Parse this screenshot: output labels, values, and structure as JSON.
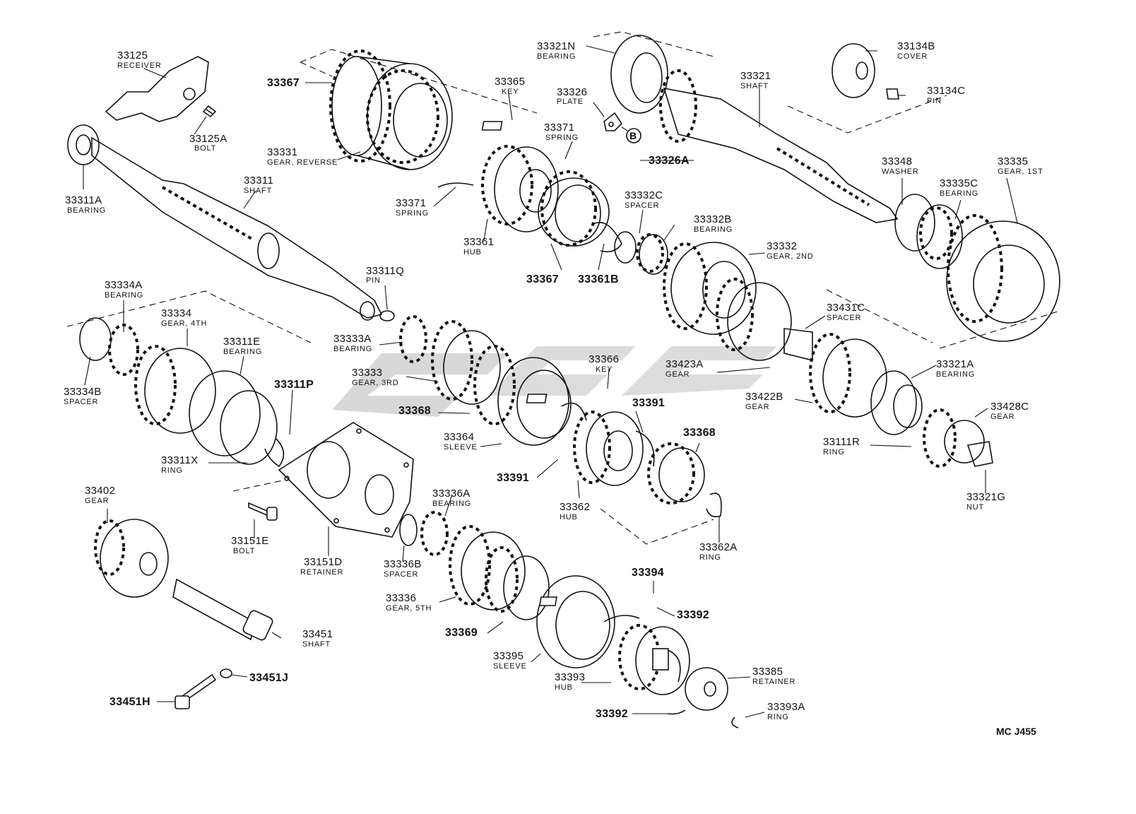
{
  "diagram_ref": "MC J455",
  "circled_letter": "B",
  "labels": [
    {
      "code": "33125",
      "desc": "RECEIVER"
    },
    {
      "code": "33125A",
      "desc": "BOLT"
    },
    {
      "code": "33311A",
      "desc": "BEARING"
    },
    {
      "code": "33311",
      "desc": "SHAFT"
    },
    {
      "code": "33367",
      "desc": ""
    },
    {
      "code": "33331",
      "desc": "GEAR, REVERSE"
    },
    {
      "code": "33365",
      "desc": "KEY"
    },
    {
      "code": "33326",
      "desc": "PLATE"
    },
    {
      "code": "33326A",
      "desc": ""
    },
    {
      "code": "33371",
      "desc": "SPRING"
    },
    {
      "code": "33371",
      "desc": "SPRING"
    },
    {
      "code": "33361",
      "desc": "HUB"
    },
    {
      "code": "33367",
      "desc": ""
    },
    {
      "code": "33361B",
      "desc": ""
    },
    {
      "code": "33321N",
      "desc": "BEARING"
    },
    {
      "code": "33321",
      "desc": "SHAFT"
    },
    {
      "code": "33134B",
      "desc": "COVER"
    },
    {
      "code": "33134C",
      "desc": "PIN"
    },
    {
      "code": "33348",
      "desc": "WASHER"
    },
    {
      "code": "33335",
      "desc": "GEAR, 1ST"
    },
    {
      "code": "33335C",
      "desc": "BEARING"
    },
    {
      "code": "33332C",
      "desc": "SPACER"
    },
    {
      "code": "33332B",
      "desc": "BEARING"
    },
    {
      "code": "33332",
      "desc": "GEAR, 2ND"
    },
    {
      "code": "33311Q",
      "desc": "PIN"
    },
    {
      "code": "33334A",
      "desc": "BEARING"
    },
    {
      "code": "33334",
      "desc": "GEAR, 4TH"
    },
    {
      "code": "33311E",
      "desc": "BEARING"
    },
    {
      "code": "33334B",
      "desc": "SPACER"
    },
    {
      "code": "33311P",
      "desc": ""
    },
    {
      "code": "33311X",
      "desc": "RING"
    },
    {
      "code": "33333A",
      "desc": "BEARING"
    },
    {
      "code": "33333",
      "desc": "GEAR, 3RD"
    },
    {
      "code": "33368",
      "desc": ""
    },
    {
      "code": "33364",
      "desc": "SLEEVE"
    },
    {
      "code": "33366",
      "desc": "KEY"
    },
    {
      "code": "33391",
      "desc": ""
    },
    {
      "code": "33391",
      "desc": ""
    },
    {
      "code": "33368",
      "desc": ""
    },
    {
      "code": "33362",
      "desc": "HUB"
    },
    {
      "code": "33362A",
      "desc": "RING"
    },
    {
      "code": "33431C",
      "desc": "SPACER"
    },
    {
      "code": "33423A",
      "desc": "GEAR"
    },
    {
      "code": "33422B",
      "desc": "GEAR"
    },
    {
      "code": "33321A",
      "desc": "BEARING"
    },
    {
      "code": "33428C",
      "desc": "GEAR"
    },
    {
      "code": "33111R",
      "desc": "RING"
    },
    {
      "code": "33321G",
      "desc": "NUT"
    },
    {
      "code": "33402",
      "desc": "GEAR"
    },
    {
      "code": "33151E",
      "desc": "BOLT"
    },
    {
      "code": "33151D",
      "desc": "RETAINER"
    },
    {
      "code": "33336A",
      "desc": "BEARING"
    },
    {
      "code": "33336B",
      "desc": "SPACER"
    },
    {
      "code": "33336",
      "desc": "GEAR, 5TH"
    },
    {
      "code": "33369",
      "desc": ""
    },
    {
      "code": "33451",
      "desc": "SHAFT"
    },
    {
      "code": "33451J",
      "desc": ""
    },
    {
      "code": "33451H",
      "desc": ""
    },
    {
      "code": "33394",
      "desc": ""
    },
    {
      "code": "33392",
      "desc": ""
    },
    {
      "code": "33395",
      "desc": "SLEEVE"
    },
    {
      "code": "33393",
      "desc": "HUB"
    },
    {
      "code": "33385",
      "desc": "RETAINER"
    },
    {
      "code": "33392",
      "desc": ""
    },
    {
      "code": "33393A",
      "desc": "RING"
    }
  ]
}
